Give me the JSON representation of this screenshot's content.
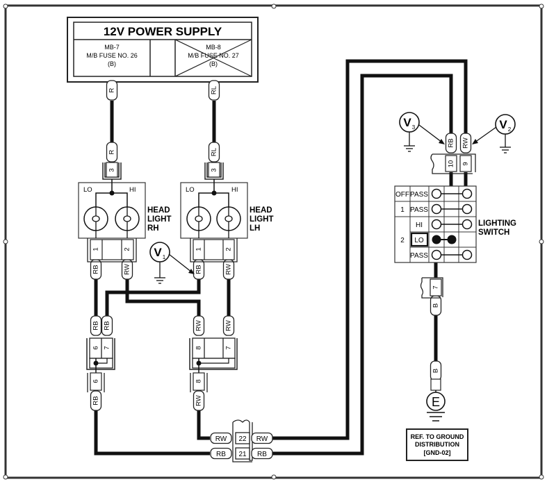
{
  "diagram": {
    "title": "Headlight Circuit Wiring Diagram",
    "power_supply": {
      "title": "12V POWER SUPPLY",
      "fuse_left": {
        "line1": "MB-7",
        "line2": "M/B FUSE NO. 26",
        "line3": "(B)"
      },
      "fuse_right": {
        "line1": "MB-8",
        "line2": "M/B FUSE NO. 27",
        "line3": "(B)",
        "crossed_out": true
      }
    },
    "wires": {
      "r": "R",
      "rl": "RL",
      "rb": "RB",
      "rw": "RW",
      "b": "B"
    },
    "connectors": {
      "hl_rh_in": "3",
      "hl_lh_in": "3",
      "hl_rh_out": [
        "1",
        "2"
      ],
      "hl_lh_out": [
        "1",
        "2"
      ],
      "joint_rh": [
        "6",
        "7"
      ],
      "joint_rh_out": "6",
      "joint_lh": [
        "8",
        "7"
      ],
      "joint_lh_out": "8",
      "inline": [
        "22",
        "21"
      ],
      "switch_in": [
        "10",
        "9"
      ],
      "switch_out": "7"
    },
    "headlight_rh": {
      "lo": "LO",
      "hi": "HI",
      "name_line1": "HEAD",
      "name_line2": "LIGHT",
      "name_line3": "RH"
    },
    "headlight_lh": {
      "lo": "LO",
      "hi": "HI",
      "name_line1": "HEAD",
      "name_line2": "LIGHT",
      "name_line3": "LH"
    },
    "voltmeters": {
      "v1": "V",
      "v1_sub": "1",
      "v2": "V",
      "v2_sub": "2",
      "v3": "V",
      "v3_sub": "3"
    },
    "lighting_switch": {
      "name_line1": "LIGHTING",
      "name_line2": "SWITCH",
      "positions": [
        "OFF",
        "1",
        "2"
      ],
      "rows": [
        "PASS",
        "PASS",
        "HI",
        "LO",
        "PASS"
      ],
      "active_row": "LO"
    },
    "ground": {
      "symbol": "E",
      "ref_line1": "REF. TO GROUND",
      "ref_line2": "DISTRIBUTION",
      "ref_line3": "[GND-02]"
    }
  }
}
